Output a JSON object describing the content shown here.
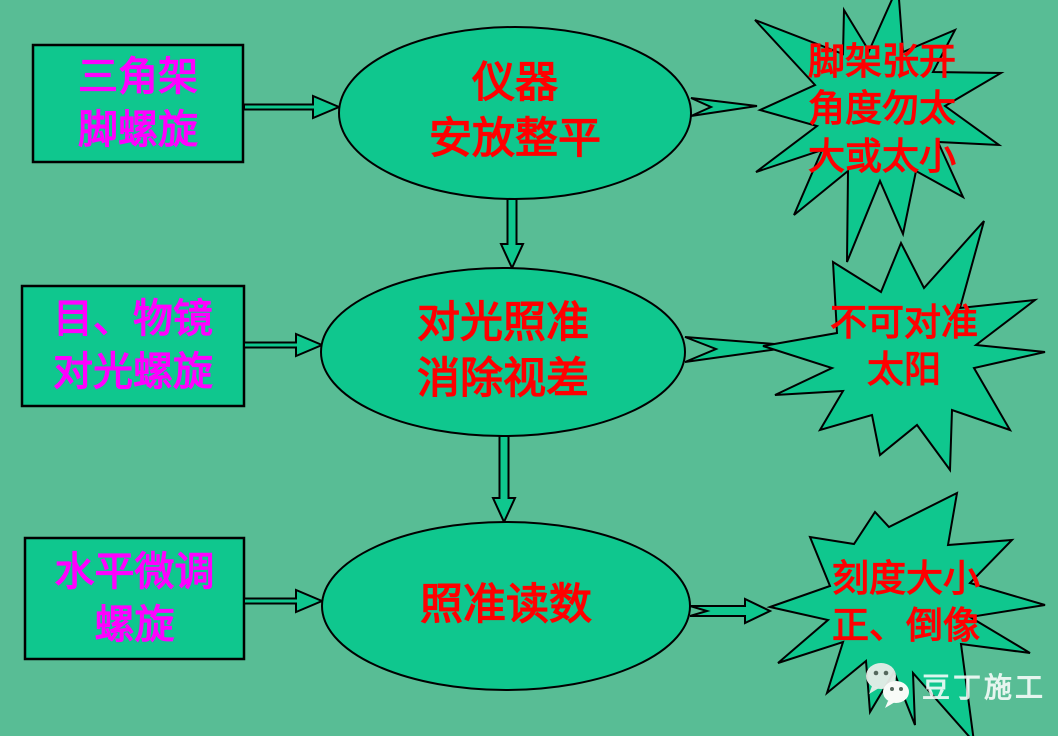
{
  "colors": {
    "background": "#58bd95",
    "shape_fill": "#0fc78e",
    "outline": "#000000",
    "input_text": "#ff00ff",
    "step_text": "#ff0000",
    "note_text": "#ff0000",
    "watermark_text": "#ffffff"
  },
  "flowchart": {
    "inputs": [
      {
        "text": "三角架\n脚螺旋"
      },
      {
        "text": "目、物镜\n对光螺旋"
      },
      {
        "text": "水平微调\n螺旋"
      }
    ],
    "steps": [
      {
        "text": "仪器\n安放整平"
      },
      {
        "text": "对光照准\n消除视差"
      },
      {
        "text": "照准读数"
      }
    ],
    "notes": [
      {
        "text": "脚架张开\n角度勿太\n大或太小"
      },
      {
        "text": "不可对准\n太阳"
      },
      {
        "text": "刻度大小\n正、倒像"
      }
    ]
  },
  "watermark": {
    "label": "豆丁施工",
    "icon": "wechat-icon"
  }
}
